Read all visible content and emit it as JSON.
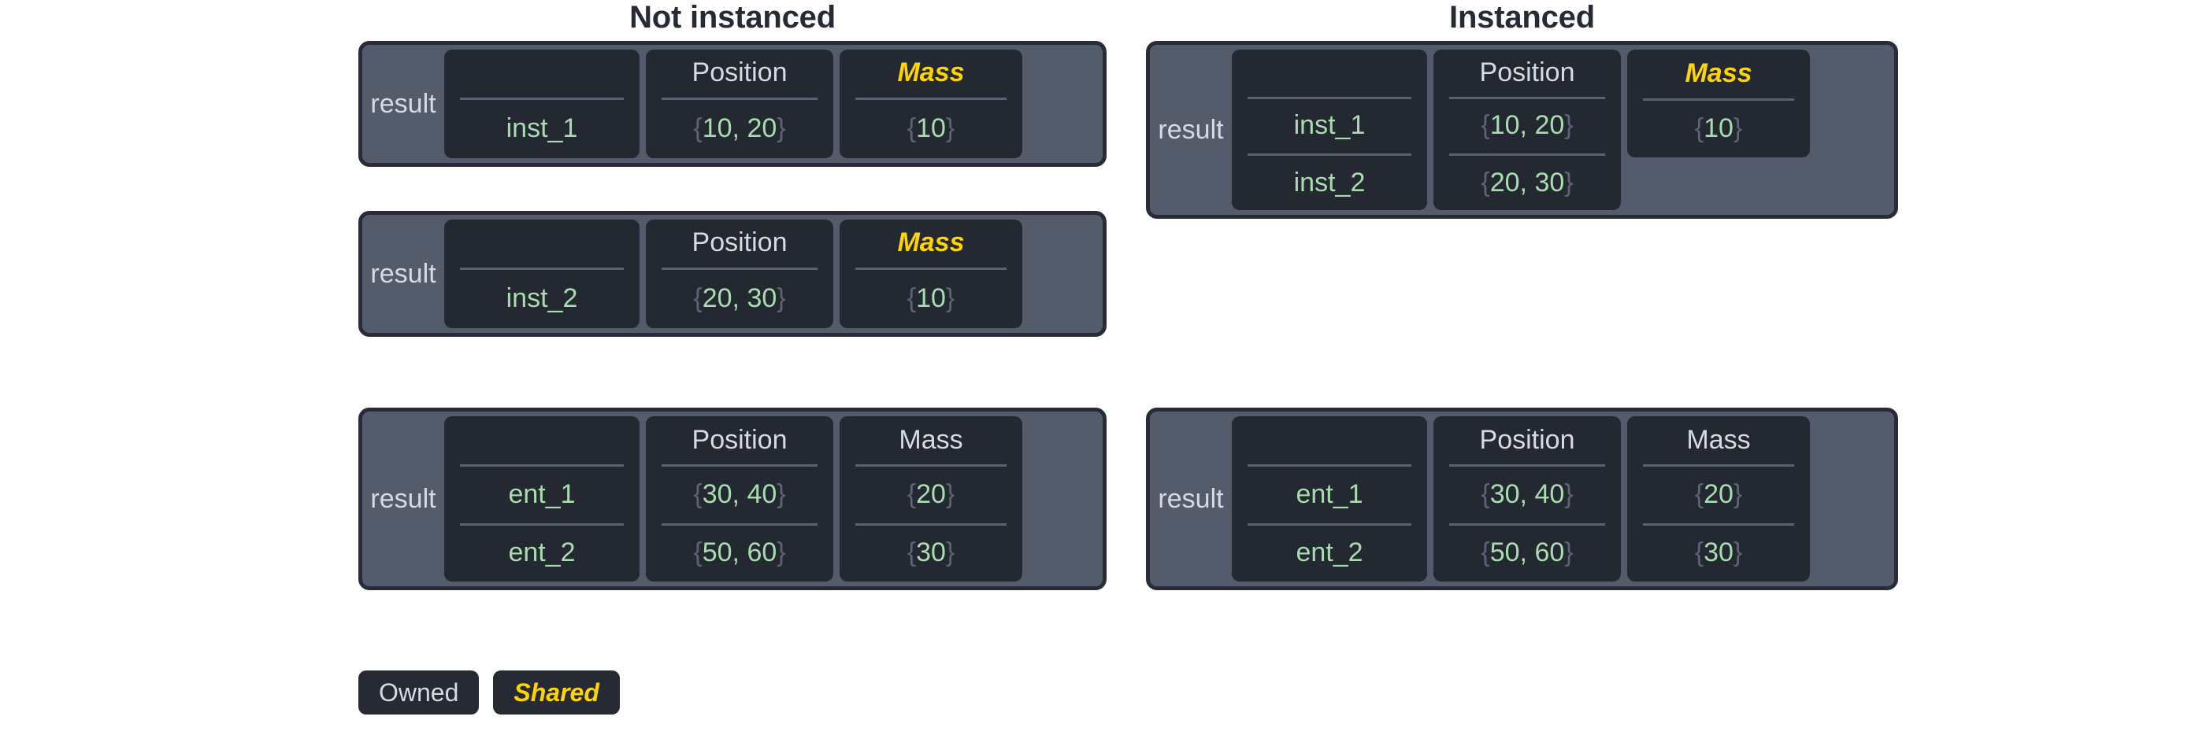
{
  "legend": {
    "items": [
      {
        "label": "Owned",
        "style": "owned",
        "color": "#d6dae2"
      },
      {
        "label": "Shared",
        "style": "shared",
        "color": "#ffd400"
      }
    ]
  },
  "palette": {
    "page_background": "#ffffff",
    "title": "#252a35",
    "panel_border": "#272c37",
    "panel_body": "#545b6b",
    "column_background": "#242831",
    "header_text": "#d6dae2",
    "shared_text": "#ffd400",
    "value_text": "#a9dcb0",
    "brace_text": "#5d6374",
    "rule": "#5b6170"
  },
  "columns": {
    "left": {
      "title": "Not instanced",
      "panels": [
        {
          "label": "result",
          "headers": {
            "name": "",
            "position": "Position",
            "mass": "Mass"
          },
          "mass_shared": true,
          "rows": [
            {
              "name": "inst_1",
              "position": "{10, 20}",
              "mass": "{10}"
            }
          ]
        },
        {
          "label": "result",
          "headers": {
            "name": "",
            "position": "Position",
            "mass": "Mass"
          },
          "mass_shared": true,
          "rows": [
            {
              "name": "inst_2",
              "position": "{20, 30}",
              "mass": "{10}"
            }
          ]
        },
        {
          "label": "result",
          "headers": {
            "name": "",
            "position": "Position",
            "mass": "Mass"
          },
          "mass_shared": false,
          "rows": [
            {
              "name": "ent_1",
              "position": "{30, 40}",
              "mass": "{20}"
            },
            {
              "name": "ent_2",
              "position": "{50, 60}",
              "mass": "{30}"
            }
          ]
        }
      ]
    },
    "right": {
      "title": "Instanced",
      "panels": [
        {
          "label": "result",
          "headers": {
            "name": "",
            "position": "Position",
            "mass": "Mass"
          },
          "mass_shared": true,
          "mass_rows": 1,
          "rows": [
            {
              "name": "inst_1",
              "position": "{10, 20}",
              "mass": "{10}"
            },
            {
              "name": "inst_2",
              "position": "{20, 30}",
              "mass": ""
            }
          ]
        },
        {
          "label": "result",
          "headers": {
            "name": "",
            "position": "Position",
            "mass": "Mass"
          },
          "mass_shared": false,
          "rows": [
            {
              "name": "ent_1",
              "position": "{30, 40}",
              "mass": "{20}"
            },
            {
              "name": "ent_2",
              "position": "{50, 60}",
              "mass": "{30}"
            }
          ]
        }
      ]
    }
  }
}
